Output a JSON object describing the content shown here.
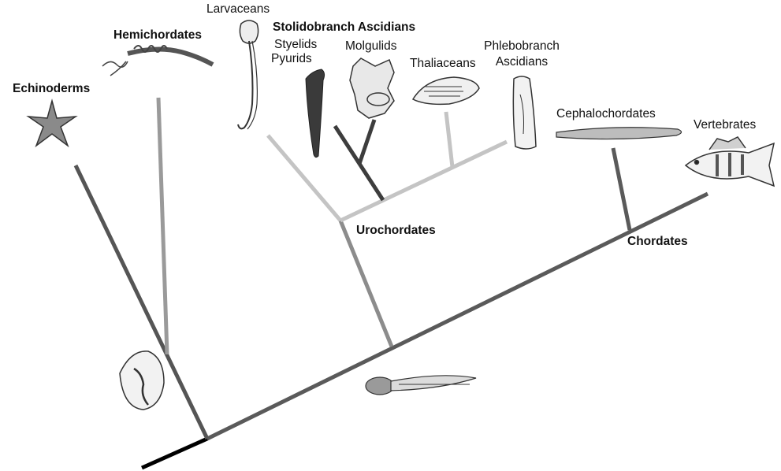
{
  "diagram": {
    "type": "phylogenetic-tree",
    "labels": {
      "echinoderms": "Echinoderms",
      "hemichordates": "Hemichordates",
      "larvaceans": "Larvaceans",
      "stolidobranch": "Stolidobranch Ascidians",
      "styelids": "Styelids",
      "pyurids": "Pyurids",
      "molgulids": "Molgulids",
      "thaliaceans": "Thaliaceans",
      "phlebobranch_1": "Phlebobranch",
      "phlebobranch_2": "Ascidians",
      "cephalochordates": "Cephalochordates",
      "vertebrates": "Vertebrates",
      "urochordates": "Urochordates",
      "chordates": "Chordates"
    },
    "colors": {
      "root": "#000000",
      "deuterostome_branch": "#555555",
      "hemichordate_branch": "#9a9a9a",
      "urochordate_branch": "#8c8c8c",
      "tunicate_light": "#c4c4c4",
      "molgulid_branch": "#3d3d3d",
      "chordate_branch": "#5e5e5e"
    }
  }
}
